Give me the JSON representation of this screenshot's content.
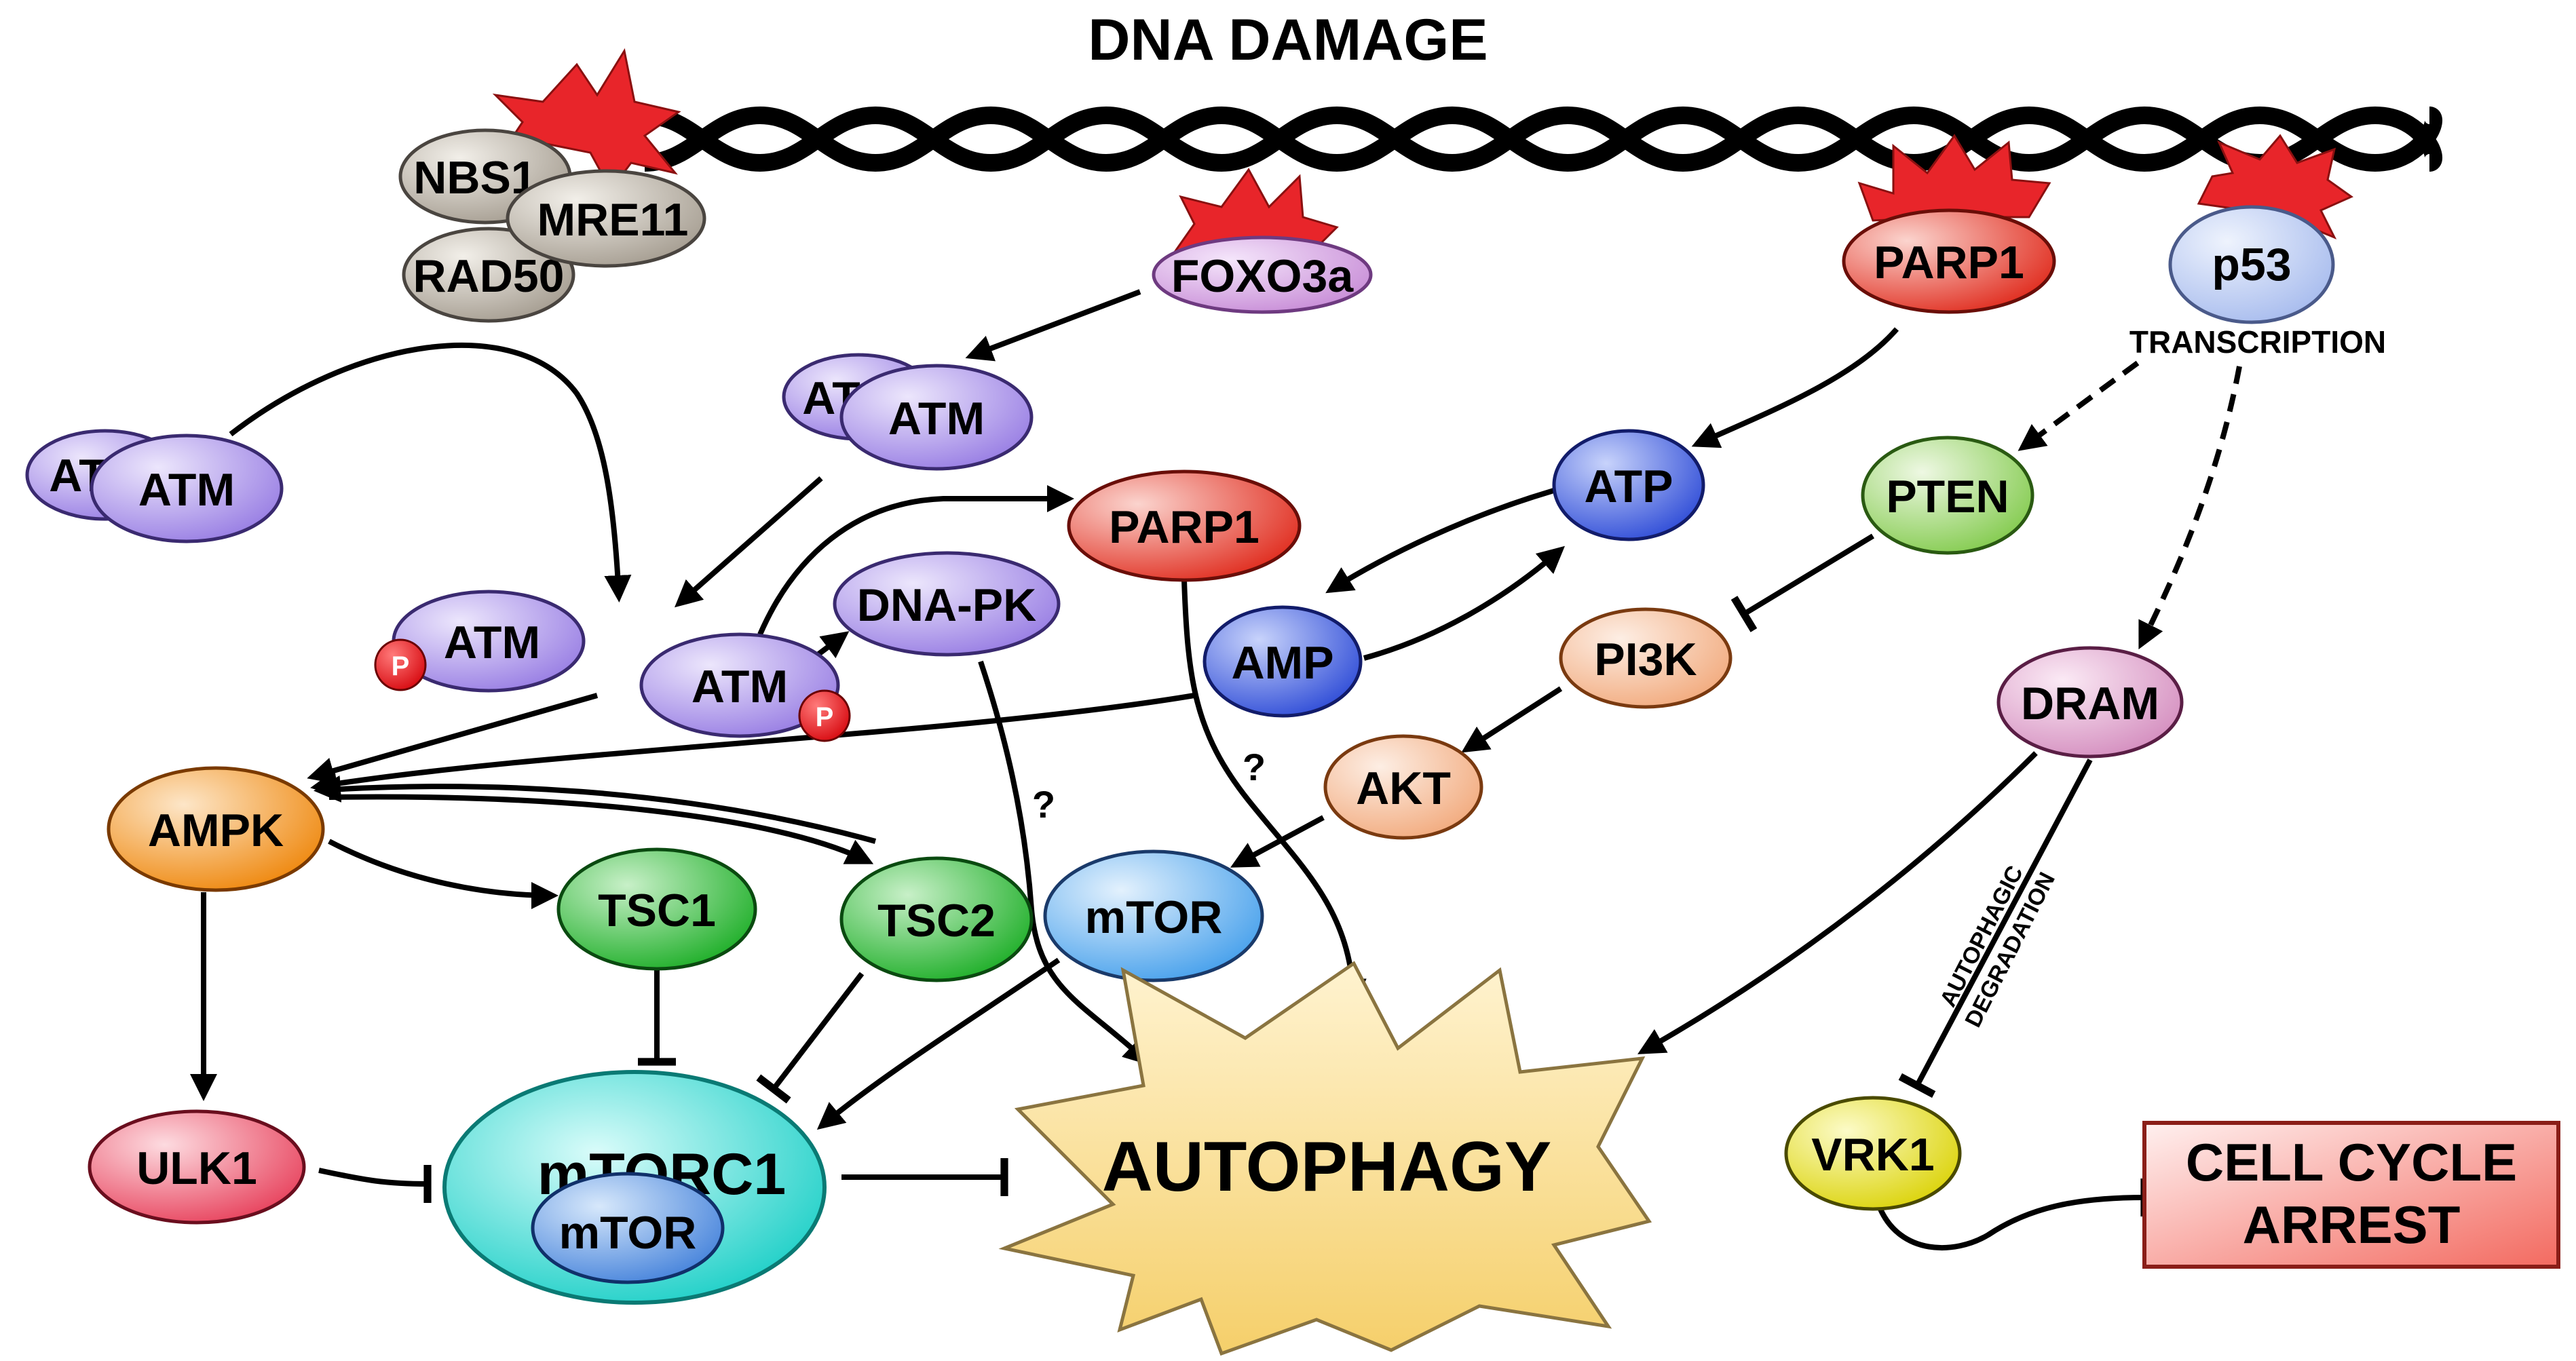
{
  "title": "DNA DAMAGE",
  "nodes": {
    "nbs1": "NBS1",
    "mre11": "MRE11",
    "rad50": "RAD50",
    "foxo3a": "FOXO3a",
    "parp1_top": "PARP1",
    "p53": "p53",
    "transcription": "TRANSCRIPTION",
    "atm_dimer_left_back": "AT",
    "atm_dimer_left_front": "ATM",
    "atm_dimer_mid_back": "AT",
    "atm_dimer_mid_front": "ATM",
    "atm_p_left": "ATM",
    "atm_p_center": "ATM",
    "phospho": "P",
    "dna_pk": "DNA-PK",
    "parp1_mid": "PARP1",
    "atp": "ATP",
    "amp": "AMP",
    "pten": "PTEN",
    "pi3k": "PI3K",
    "akt": "AKT",
    "dram": "DRAM",
    "ampk": "AMPK",
    "tsc1": "TSC1",
    "tsc2": "TSC2",
    "mtor": "mTOR",
    "ulk1": "ULK1",
    "mtorc1": "mTORC1",
    "mtorc1_mtor": "mTOR",
    "autophagy": "AUTOPHAGY",
    "vrk1": "VRK1",
    "cell_cycle_arrest_1": "CELL CYCLE",
    "cell_cycle_arrest_2": "ARREST"
  },
  "annotations": {
    "question_1": "?",
    "question_2": "?",
    "autophagic": "AUTOPHAGIC",
    "degradation": "DEGRADATION"
  },
  "colors": {
    "dna_damage_star": "#e8252a",
    "mrn_complex": "#b3ab9f",
    "foxo3a": "#c98fd8",
    "parp1": "#e23a2e",
    "p53": "#b9c9ee",
    "atm": "#a58de6",
    "phospho": "#e0121a",
    "atp_amp": "#3b5ce0",
    "pten": "#8ed05a",
    "pi3k_akt": "#f4b58c",
    "dram": "#d898c4",
    "ampk": "#f09020",
    "tsc": "#2fbf3a",
    "mtor": "#5aaef0",
    "ulk1": "#ec4f66",
    "mtorc1": "#29d6cf",
    "autophagy": "#f9dc84",
    "vrk1": "#e6e024",
    "cell_cycle_arrest": "#f56e64"
  }
}
